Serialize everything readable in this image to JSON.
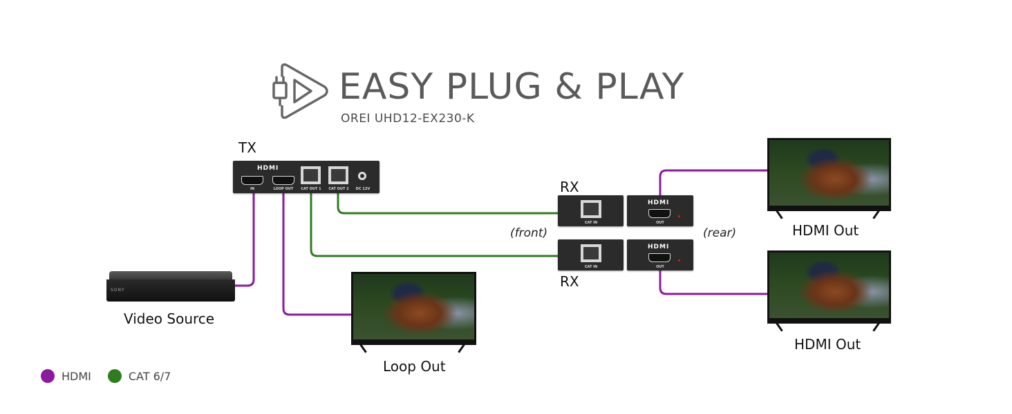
{
  "header": {
    "title": "EASY PLUG & PLAY",
    "subtitle": "OREI UHD12-EX230-K",
    "logo_icon": "plug-play-icon"
  },
  "colors": {
    "hdmi": "#8b1a9e",
    "cat": "#2e7d1e",
    "title": "#5a5a5a",
    "device": "#2b2b2b"
  },
  "tx": {
    "label": "TX",
    "hdmi_logo": "HDMI",
    "ports": [
      "IN",
      "LOOP OUT",
      "CAT OUT 1",
      "CAT OUT 2",
      "DC 12V"
    ]
  },
  "rx_top": {
    "label": "RX",
    "front_port": "CAT IN",
    "hdmi_logo": "HDMI",
    "rear_port": "OUT"
  },
  "rx_bottom": {
    "label": "RX",
    "front_port": "CAT IN",
    "hdmi_logo": "HDMI",
    "rear_port": "OUT"
  },
  "annotations": {
    "front": "(front)",
    "rear": "(rear)"
  },
  "source": {
    "label": "Video Source",
    "brand": "SONY"
  },
  "displays": {
    "loop_out": "Loop Out",
    "hdmi_out_top": "HDMI Out",
    "hdmi_out_bottom": "HDMI Out"
  },
  "legend": [
    {
      "label": "HDMI",
      "color": "#8b1a9e"
    },
    {
      "label": "CAT 6/7",
      "color": "#2e7d1e"
    }
  ]
}
